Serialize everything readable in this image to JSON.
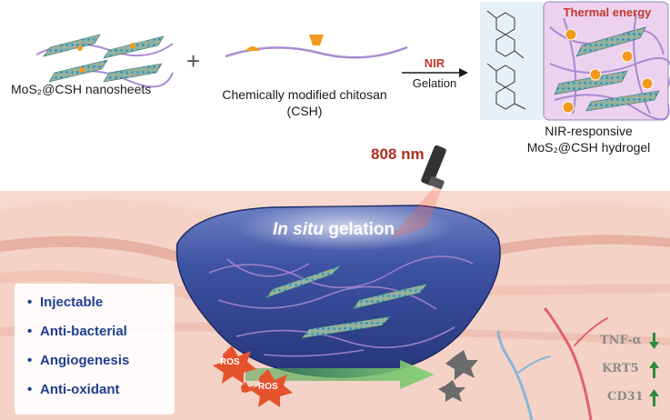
{
  "components": {
    "nanosheets": "MoS₂@CSH nanosheets",
    "plus": "+",
    "chitosan_line1": "Chemically modified chitosan",
    "chitosan_line2": "(CSH)"
  },
  "reaction": {
    "above": "NIR",
    "below": "Gelation"
  },
  "product": {
    "thermal": "Thermal energy",
    "line1": "NIR-responsive",
    "line2": "MoS₂@CSH hydrogel"
  },
  "laser": "808 nm",
  "gelation": {
    "italic": "In situ",
    "rest": " gelation"
  },
  "ros_label": "ROS",
  "properties": [
    "Injectable",
    "Anti-bacterial",
    "Angiogenesis",
    "Anti-oxidant"
  ],
  "markers": [
    {
      "name": "TNF-α",
      "trend": "down"
    },
    {
      "name": "KRT5",
      "trend": "up"
    },
    {
      "name": "CD31",
      "trend": "up"
    }
  ],
  "colors": {
    "accent_red": "#c0392b",
    "hydrogel_blue": "#2e3f8f",
    "chitosan_purple": "#a98bd0",
    "nanosheet_green": "#5fa89a",
    "tissue_pink": "#f2c9bd",
    "property_text": "#1f3f8f",
    "arrow_green": "#2e8b3e"
  }
}
